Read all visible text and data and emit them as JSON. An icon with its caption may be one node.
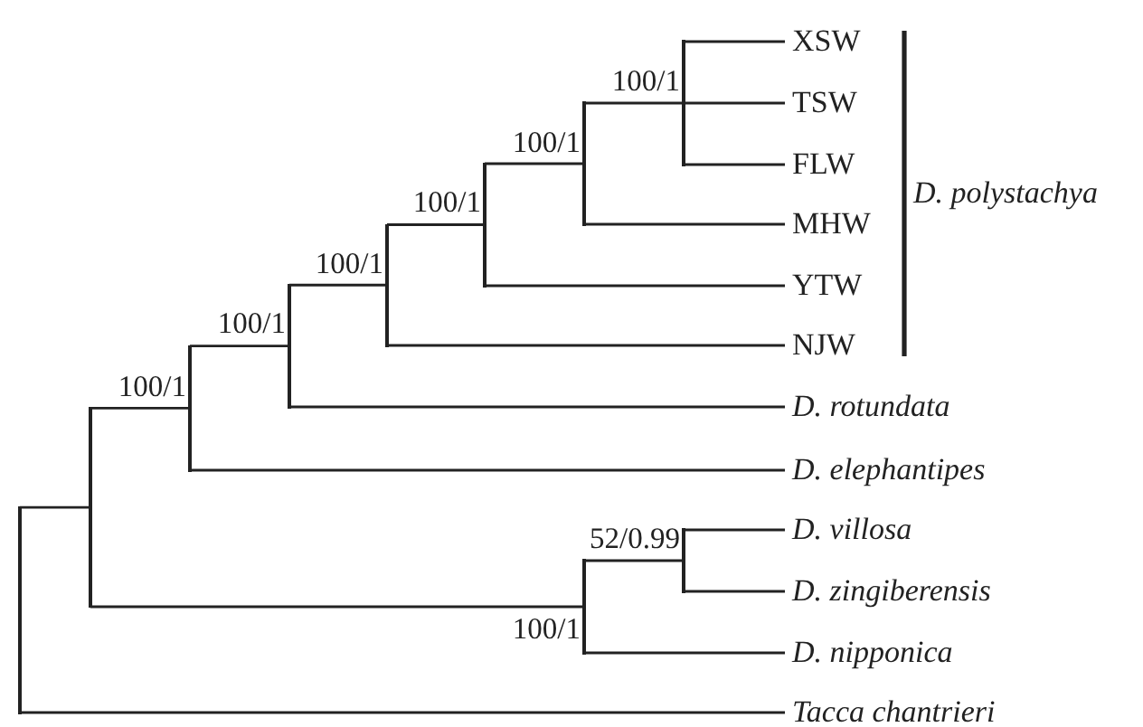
{
  "diagram": {
    "nodes": [
      {
        "text": [
          "XSW"
        ]
      },
      {
        "text": [
          "TSW"
        ]
      },
      {
        "text": [
          "FLW"
        ]
      },
      {
        "text": [
          "MHW"
        ]
      },
      {
        "text": [
          "YTW"
        ]
      },
      {
        "text": [
          "NJW"
        ]
      },
      {
        "text": [
          "D. rotundata"
        ]
      },
      {
        "text": [
          "D. elephantipes"
        ]
      },
      {
        "text": [
          "D. villosa"
        ]
      },
      {
        "text": [
          "D. zingiberensis"
        ]
      },
      {
        "text": [
          "D. nipponica"
        ]
      },
      {
        "text": [
          "Tacca chantrieri"
        ]
      },
      {
        "text": [],
        "shape": "bar"
      },
      {
        "text": [],
        "shape": "bar"
      },
      {
        "text": [],
        "shape": "bar",
        "beside": [
          "100/1"
        ]
      },
      {
        "text": [],
        "shape": "bar",
        "beside": [
          "100/1"
        ]
      },
      {
        "text": [],
        "shape": "bar",
        "beside": [
          "100/1"
        ]
      },
      {
        "text": [],
        "shape": "bar",
        "beside": [
          "100/1"
        ]
      },
      {
        "text": [],
        "shape": "bar",
        "beside": [
          "100/1"
        ]
      },
      {
        "text": [],
        "shape": "bar",
        "beside": [
          "100/1"
        ]
      },
      {
        "text": [],
        "shape": "bar",
        "beside": [
          "100/1"
        ]
      },
      {
        "text": [],
        "shape": "bar",
        "beside": [
          "52/0.99"
        ]
      }
    ],
    "edges": [
      {
        "from": 20,
        "to": 0,
        "arrow": "none"
      },
      {
        "from": 20,
        "to": 1,
        "arrow": "none"
      },
      {
        "from": 20,
        "to": 2,
        "arrow": "none"
      },
      {
        "from": 18,
        "to": 20,
        "arrow": "none"
      },
      {
        "from": 18,
        "to": 3,
        "arrow": "none"
      },
      {
        "from": 17,
        "to": 18,
        "arrow": "none"
      },
      {
        "from": 17,
        "to": 4,
        "arrow": "none"
      },
      {
        "from": 16,
        "to": 17,
        "arrow": "none"
      },
      {
        "from": 16,
        "to": 5,
        "arrow": "none"
      },
      {
        "from": 15,
        "to": 16,
        "arrow": "none"
      },
      {
        "from": 15,
        "to": 6,
        "arrow": "none"
      },
      {
        "from": 14,
        "to": 15,
        "arrow": "none"
      },
      {
        "from": 14,
        "to": 7,
        "arrow": "none"
      },
      {
        "from": 21,
        "to": 8,
        "arrow": "none"
      },
      {
        "from": 21,
        "to": 9,
        "arrow": "none"
      },
      {
        "from": 19,
        "to": 21,
        "arrow": "none"
      },
      {
        "from": 19,
        "to": 10,
        "arrow": "none"
      },
      {
        "from": 13,
        "to": 14,
        "arrow": "none"
      },
      {
        "from": 13,
        "to": 19,
        "arrow": "none"
      },
      {
        "from": 12,
        "to": 13,
        "arrow": "none"
      },
      {
        "from": 12,
        "to": 11,
        "arrow": "none"
      }
    ],
    "labels": [
      "D. polystachya"
    ]
  }
}
